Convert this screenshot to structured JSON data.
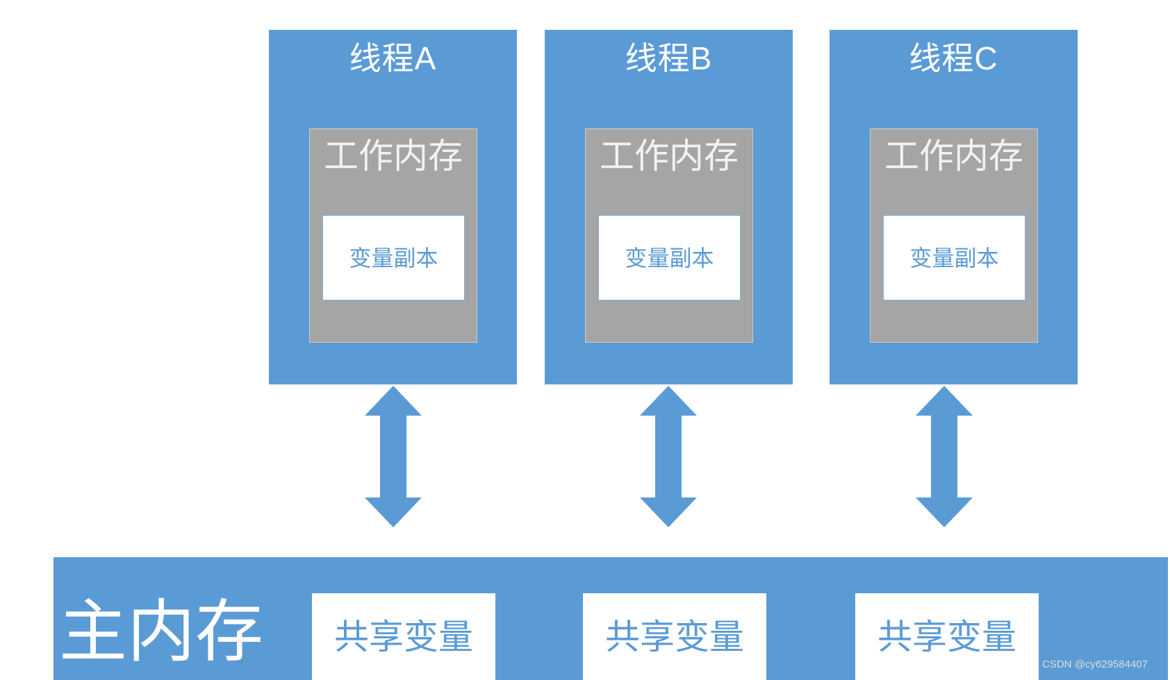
{
  "threads": [
    {
      "title": "线程A",
      "working_memory": "工作内存",
      "variable_copy": "变量副本"
    },
    {
      "title": "线程B",
      "working_memory": "工作内存",
      "variable_copy": "变量副本"
    },
    {
      "title": "线程C",
      "working_memory": "工作内存",
      "variable_copy": "变量副本"
    }
  ],
  "main_memory": {
    "label": "主内存",
    "shared_variables": [
      "共享变量",
      "共享变量",
      "共享变量"
    ]
  },
  "watermark": "CSDN @cy629584407",
  "colors": {
    "blue": "#5b9bd5",
    "gray": "#a5a5a5",
    "white": "#ffffff"
  }
}
